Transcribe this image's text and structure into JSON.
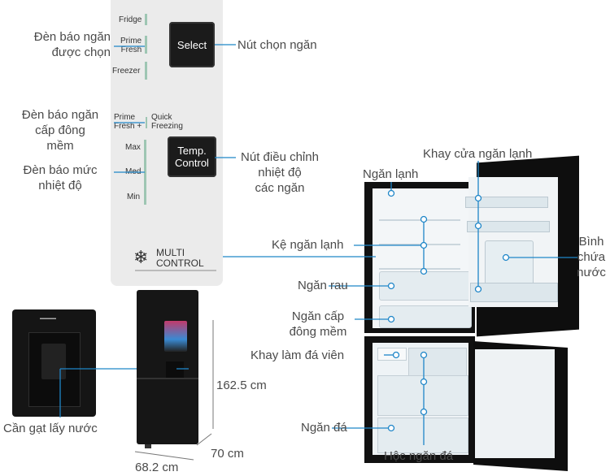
{
  "panel": {
    "fridge": "Fridge",
    "prime_fresh": "Prime\nFresh",
    "freezer": "Freezer",
    "select_button": "Select",
    "prime_fresh_plus": "Prime\nFresh +",
    "quick_freezing": "Quick\nFreezing",
    "max": "Max",
    "med": "Med",
    "min": "Min",
    "temp_button": "Temp.\nControl",
    "logo_text": "MULTI\nCONTROL"
  },
  "callouts": {
    "den_bao_ngan_chon": "Đèn báo ngăn\nđược chọn",
    "nut_chon_ngan": "Nút chọn ngăn",
    "den_bao_cap_dong": "Đèn báo ngăn\ncấp đông\nmềm",
    "den_bao_muc": "Đèn báo mức\nnhiệt độ",
    "nut_dieu_chinh": "Nút điều chỉnh\nnhiệt độ\ncác ngăn",
    "khay_cua": "Khay cửa ngăn lạnh",
    "ngan_lanh": "Ngăn lạnh",
    "ke_ngan_lanh": "Kệ ngăn lạnh",
    "binh_chua_nuoc": "Bình\nchứa\nnước",
    "ngan_rau": "Ngăn rau",
    "ngan_cap_dong": "Ngăn cấp\nđông mềm",
    "khay_lam_da": "Khay làm đá viên",
    "ngan_da": "Ngăn đá",
    "hoc_ngan_da": "Hộc ngăn đá",
    "can_gat": "Cần gạt lấy nước"
  },
  "dimensions": {
    "height": "162.5 cm",
    "depth": "70 cm",
    "width": "68.2 cm"
  },
  "colors": {
    "callout_line": "#1f86c8",
    "dot": "#ffffff"
  }
}
